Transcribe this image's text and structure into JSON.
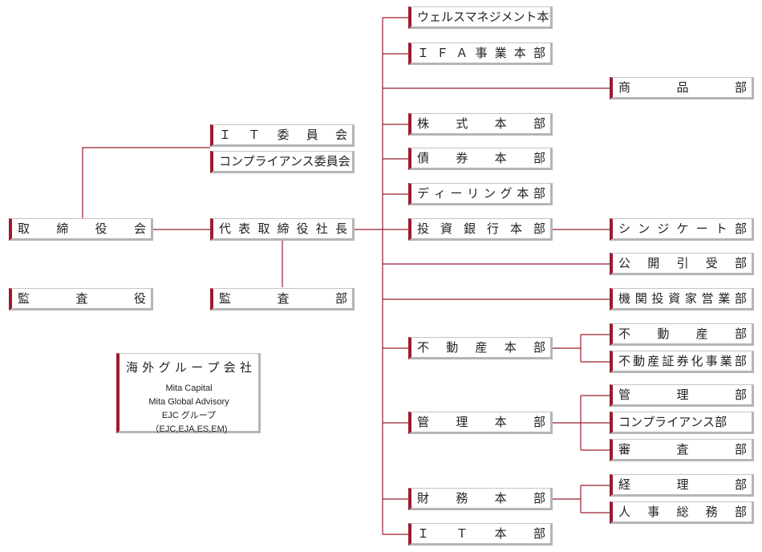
{
  "colors": {
    "accent": "#9b1c2e",
    "shadow": "#b5b5b5",
    "line": "#9b1c2e"
  },
  "nodes": {
    "board": "取締役会",
    "auditor": "監査役",
    "it_committee": "ＩＴ委員会",
    "compliance_committee": "コンプライアンス委員会",
    "president": "代表取締役社長",
    "audit_dept": "監査部",
    "wealth_mgmt": "ウェルスマネジメント本部",
    "ifa": "ＩＦＡ事業本部",
    "products": "商品部",
    "equity": "株式本部",
    "bond": "債券本部",
    "dealing": "ディーリング本部",
    "ib": "投資銀行本部",
    "syndicate": "シンジケート部",
    "public_offering": "公開引受部",
    "institutional_sales": "機関投資家営業部",
    "real_estate_hq": "不動産本部",
    "real_estate": "不動産部",
    "re_securitization": "不動産証券化事業部",
    "admin_hq": "管理本部",
    "admin": "管理部",
    "compliance_dept": "コンプライアンス部",
    "review": "審査部",
    "finance_hq": "財務本部",
    "accounting": "経理部",
    "hr_gen_affairs": "人事総務部",
    "it_hq": "ＩＴ本部"
  },
  "overseas": {
    "title": "海外グループ会社",
    "lines": [
      "Mita Capital",
      "Mita Global Advisory",
      "EJC グループ（EJC,EJA,ES,EM)"
    ]
  }
}
